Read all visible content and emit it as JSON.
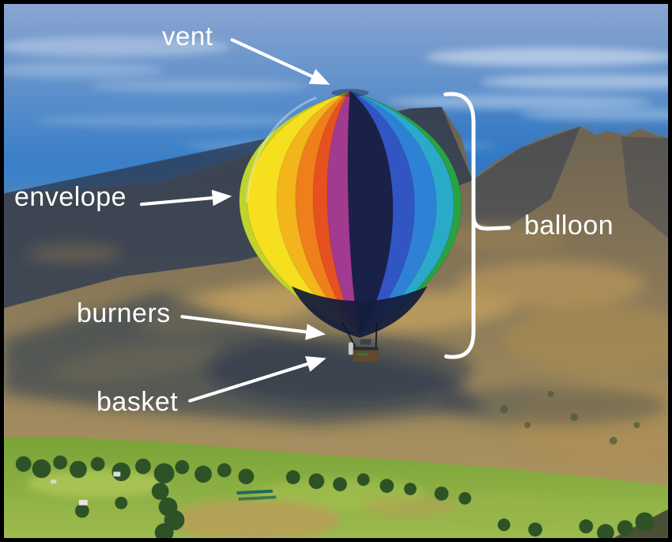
{
  "diagram": {
    "labels": {
      "vent": "vent",
      "envelope": "envelope",
      "burners": "burners",
      "basket": "basket",
      "balloon": "balloon"
    },
    "annotation_color": "#ffffff",
    "border_color": "#000000",
    "gore_colors": {
      "0": "#c0d32e",
      "1": "#f6df1e",
      "2": "#f2b51c",
      "3": "#ef7f1a",
      "4": "#e5511f",
      "5": "#a23a90",
      "6": "#1a2148",
      "7": "#3156c4",
      "8": "#2e81d6",
      "9": "#2aa9c9",
      "10": "#28a243"
    },
    "scene_colors": {
      "sky_top": "#8aa5d0",
      "sky_mid": "#3a7fc7",
      "sky_low": "#5b9fd6",
      "mountain_top": "#6a6152",
      "mountain_low": "#b59a62",
      "mountain_shadow": "#2b3a52",
      "grass_light": "#9dbb4f",
      "grass_dark": "#7aa338",
      "trees": "#2d5226",
      "skirt": "#151d3b",
      "basket": "#63482b"
    }
  }
}
